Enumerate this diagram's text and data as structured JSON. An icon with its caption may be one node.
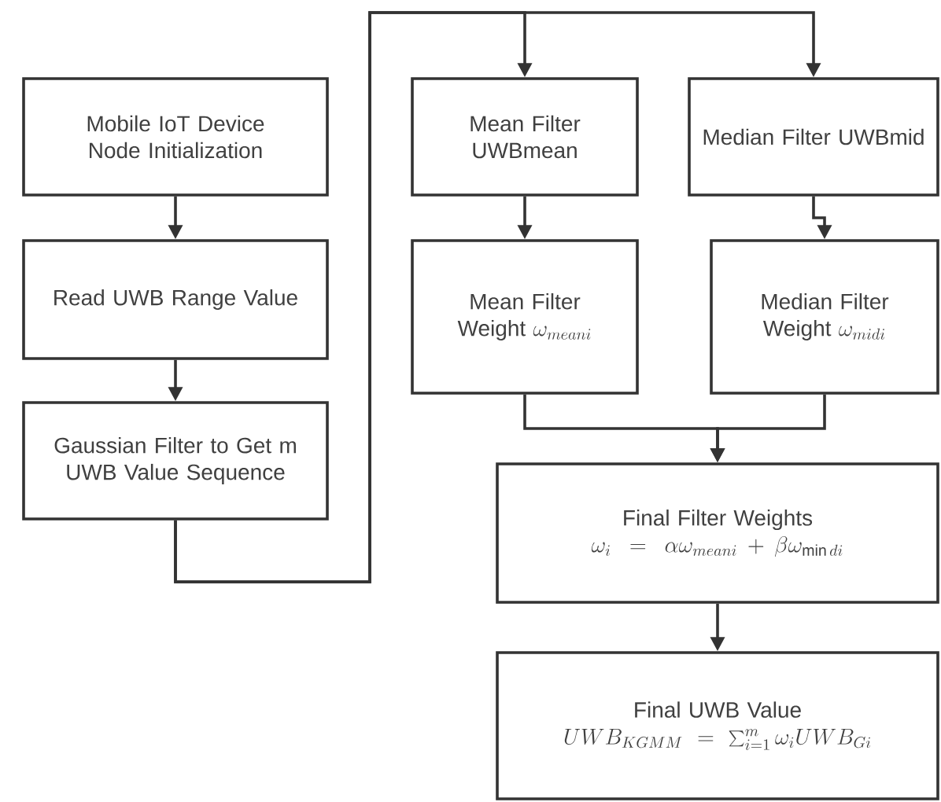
{
  "diagram": {
    "nodes": [
      {
        "text": [
          "Mobile IoT Device Node Initialization"
        ]
      },
      {
        "text": [
          "Read UWB Range Value"
        ]
      },
      {
        "text": [
          "Gaussian Filter to Get m UWB Value Sequence"
        ]
      },
      {
        "text": [
          "Mean Filter UWBmean"
        ]
      },
      {
        "text": [
          "Mean Filter Weight",
          "\\omega_{meani}"
        ]
      },
      {
        "text": [
          "Median Filter UWBmid"
        ]
      },
      {
        "text": [
          "Median Filter Weight",
          "\\omega_{midi}"
        ]
      },
      {
        "text": [
          "Final Filter Weights",
          "\\omega_i = \\alpha\\omega_{meani} + \\beta\\omega_{\\min di}"
        ]
      },
      {
        "text": [
          "Final UWB Value",
          "UWB_{KGMM} = \\sum_{i=1}^{m}\\omega_i UWB_{Gi}"
        ]
      }
    ],
    "edges": [
      {
        "from": 0,
        "to": 1,
        "arrow": "to"
      },
      {
        "from": 1,
        "to": 2,
        "arrow": "to"
      },
      {
        "from": 2,
        "to": 3,
        "arrow": "to"
      },
      {
        "from": 2,
        "to": 5,
        "arrow": "to"
      },
      {
        "from": 3,
        "to": 4,
        "arrow": "to"
      },
      {
        "from": 5,
        "to": 6,
        "arrow": "to"
      },
      {
        "from": 4,
        "to": 7,
        "arrow": "to"
      },
      {
        "from": 6,
        "to": 7,
        "arrow": "to"
      },
      {
        "from": 7,
        "to": 8,
        "arrow": "to"
      }
    ]
  }
}
